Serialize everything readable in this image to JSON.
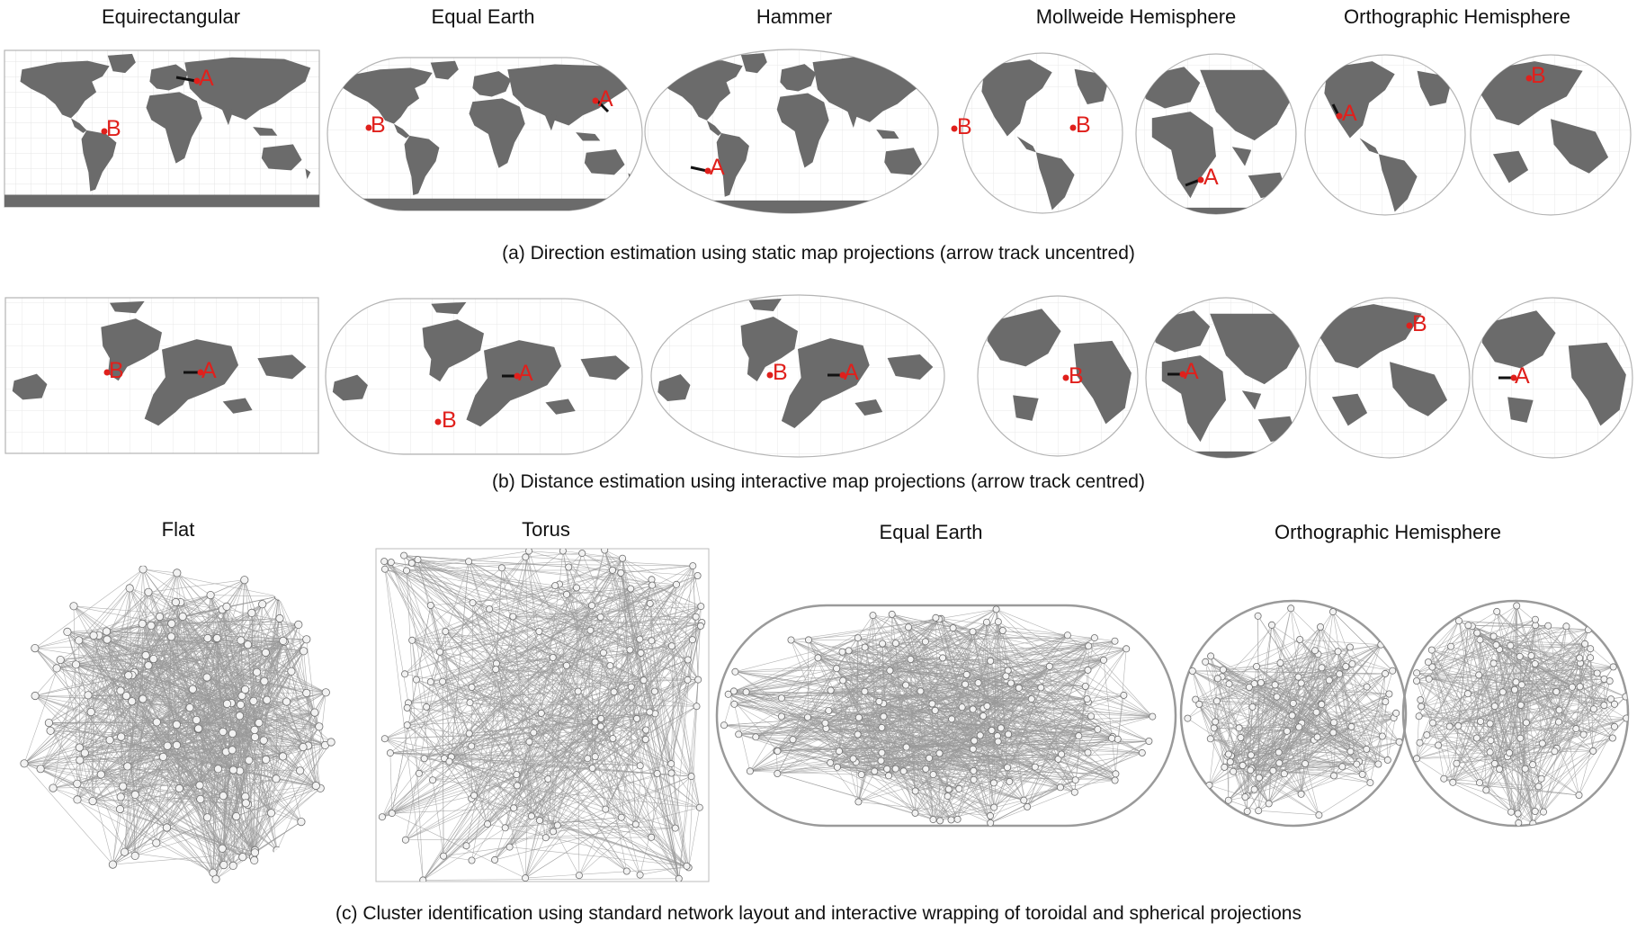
{
  "row_a": {
    "titles": [
      "Equirectangular",
      "Equal Earth",
      "Hammer",
      "Mollweide Hemisphere",
      "Orthographic Hemisphere"
    ],
    "caption": "(a) Direction estimation using static map projections (arrow track uncentred)",
    "point_labels": [
      "A",
      "B"
    ]
  },
  "row_b": {
    "caption": "(b) Distance estimation using interactive map projections (arrow track centred)",
    "point_labels": [
      "A",
      "B"
    ]
  },
  "row_c": {
    "titles": [
      "Flat",
      "Torus",
      "Equal Earth",
      "Orthographic Hemisphere"
    ],
    "caption": "(c) Cluster identification using standard network layout and interactive wrapping of toroidal and spherical projections"
  },
  "colors": {
    "land": "#6b6b6b",
    "grid": "#e2e2e2",
    "outline": "#b4b4b4",
    "marker": "#e0201c",
    "edge": "#9a9a9a",
    "node_fill": "#f2f2f2",
    "node_stroke": "#6e6e6e"
  }
}
